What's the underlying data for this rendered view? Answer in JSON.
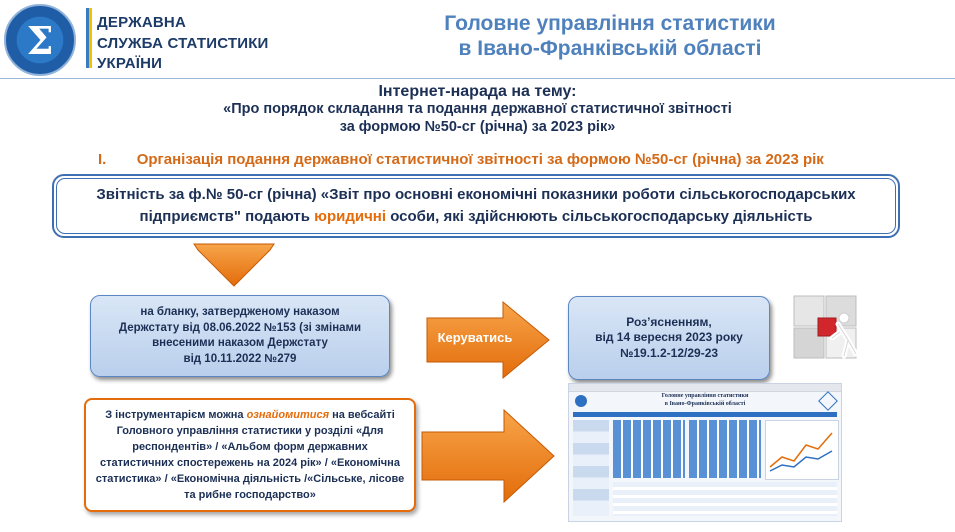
{
  "header": {
    "logo_icon": "sigma-emblem-icon",
    "org_lines": [
      "ДЕРЖАВНА",
      "СЛУЖБА СТАТИСТИКИ",
      "УКРАЇНИ"
    ],
    "department_lines": [
      "Головне управління статистики",
      "в Івано-Франківській області"
    ]
  },
  "meeting": {
    "line1": "Інтернет-нарада на тему:",
    "line2": "«Про порядок складання та подання  державної статистичної звітності",
    "line3": "за формою №50-сг  (річна) за 2023 рік»"
  },
  "section": {
    "number": "I.",
    "title": "Організація подання державної статистичної звітності за формою №50-сг (річна) за 2023 рік"
  },
  "main_box": {
    "part1": "Звітність за ф.№ 50-сг (річна) «Звіт про основні економічні показники  роботи сільськогосподарських підприємств\" подають ",
    "highlight": "юридичні",
    "part2": " особи, які здійснюють сільськогосподарську діяльність"
  },
  "left_box": {
    "lines": [
      "на бланку, затвердженому наказом",
      "Держстату від 08.06.2022 №153 (зі змінами",
      "внесеними наказом Держстату",
      "від 10.11.2022 №279"
    ]
  },
  "arrow_label": "Керуватись",
  "right_box": {
    "lines": [
      "Роз’ясненням,",
      "від 14 вересня 2023 року",
      "№19.1.2-12/29-23"
    ]
  },
  "instrument_box": {
    "part1": "З  інструментарієм  можна ",
    "emphasis": "ознайомитися",
    "part2": "  на вебсайті  Головного  управління статистики  у розділі «Для респондентів» / «Альбом форм державних статистичних спостережень  на 2024 рік» / «Економічна статистика» / «Економічна діяльність /«Сільське, лісове та рибне господарство»"
  },
  "website_preview": {
    "title_lines": [
      "Головне управління статистики",
      "в Івано-Франківській області"
    ]
  },
  "colors": {
    "accent_orange": "#e46c0a",
    "title_blue": "#4f81bd",
    "dark_text": "#1c2f55",
    "box_blue": "#c6d9f1"
  }
}
